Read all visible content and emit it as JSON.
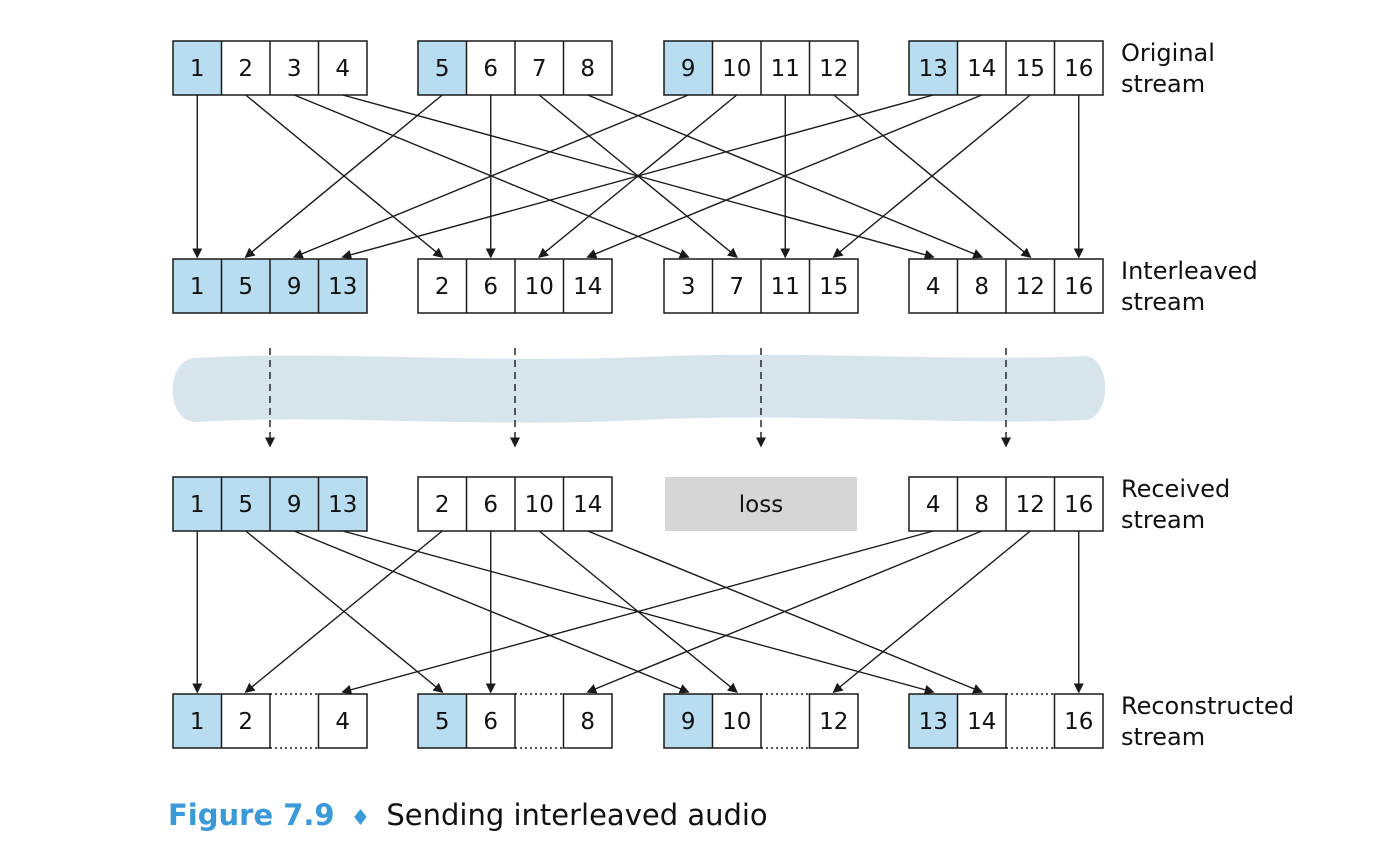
{
  "colors": {
    "highlight": "#b8dcf0",
    "channel": "#d6e4ec",
    "loss_fill": "#d6d6d6",
    "caption_accent": "#3a9ad9",
    "stroke": "#1a1a1a"
  },
  "rows": {
    "original": {
      "label_lines": [
        "Original",
        "stream"
      ],
      "groups": [
        [
          "1",
          "2",
          "3",
          "4"
        ],
        [
          "5",
          "6",
          "7",
          "8"
        ],
        [
          "9",
          "10",
          "11",
          "12"
        ],
        [
          "13",
          "14",
          "15",
          "16"
        ]
      ]
    },
    "interleaved": {
      "label_lines": [
        "Interleaved",
        "stream"
      ],
      "groups": [
        [
          "1",
          "5",
          "9",
          "13"
        ],
        [
          "2",
          "6",
          "10",
          "14"
        ],
        [
          "3",
          "7",
          "11",
          "15"
        ],
        [
          "4",
          "8",
          "12",
          "16"
        ]
      ]
    },
    "received": {
      "label_lines": [
        "Received",
        "stream"
      ],
      "groups": [
        [
          "1",
          "5",
          "9",
          "13"
        ],
        [
          "2",
          "6",
          "10",
          "14"
        ],
        null,
        [
          "4",
          "8",
          "12",
          "16"
        ]
      ],
      "loss_label": "loss"
    },
    "reconstructed": {
      "label_lines": [
        "Reconstructed",
        "stream"
      ],
      "groups": [
        [
          "1",
          "2",
          "",
          "4"
        ],
        [
          "5",
          "6",
          "",
          "8"
        ],
        [
          "9",
          "10",
          "",
          "12"
        ],
        [
          "13",
          "14",
          "",
          "16"
        ]
      ]
    }
  },
  "caption": {
    "figure": "Figure 7.9",
    "separator": "♦",
    "text": "Sending interleaved audio"
  }
}
